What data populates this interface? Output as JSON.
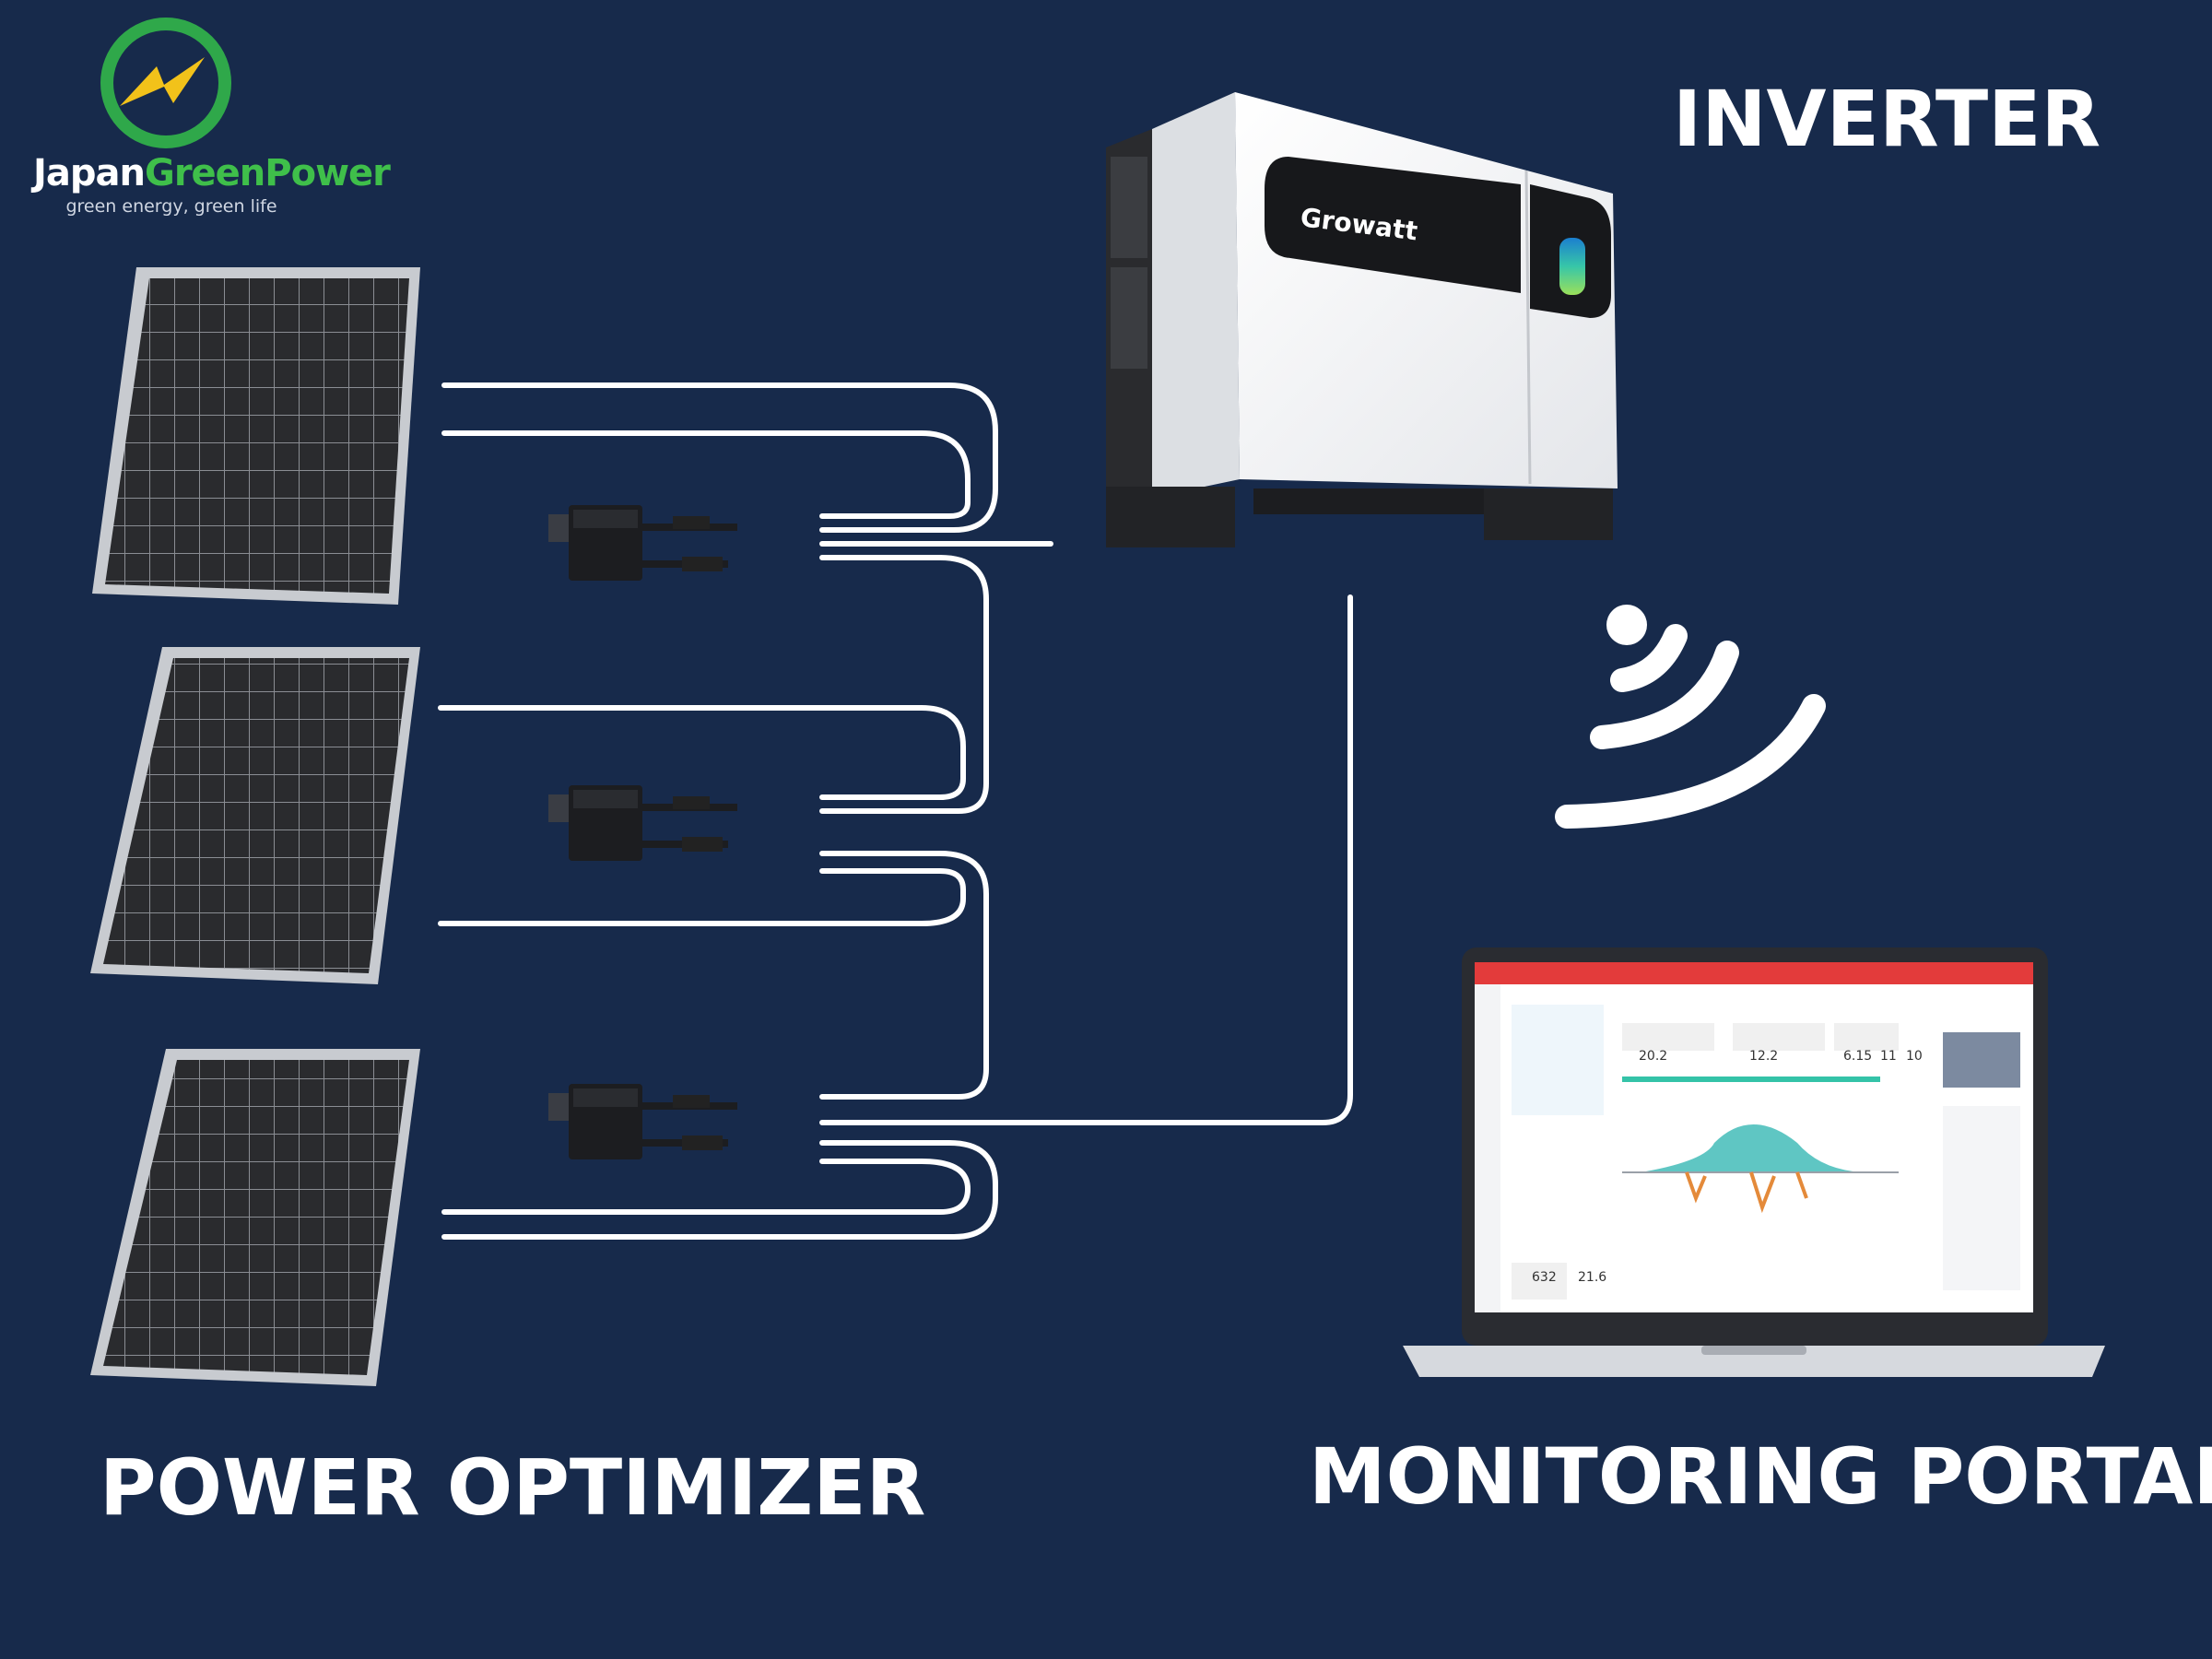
{
  "brand": {
    "name_part1": "Japan",
    "name_part2": "GreenPower",
    "tagline": "green energy, green life"
  },
  "labels": {
    "inverter": "INVERTER",
    "power_optimizer": "POWER OPTIMIZER",
    "monitoring_portal": "MONITORING PORTAL"
  },
  "inverter": {
    "brand": "Growatt"
  },
  "portal_stats": [
    "20.2",
    "12.2",
    "6.15",
    "11",
    "10",
    "632",
    "21.6"
  ],
  "colors": {
    "background": "#172a4b",
    "text": "#ffffff",
    "brand_green": "#3fbf4a",
    "brand_yellow": "#f2c21a",
    "wire": "#ffffff"
  },
  "icons": [
    "logo-icon",
    "wifi-icon"
  ]
}
